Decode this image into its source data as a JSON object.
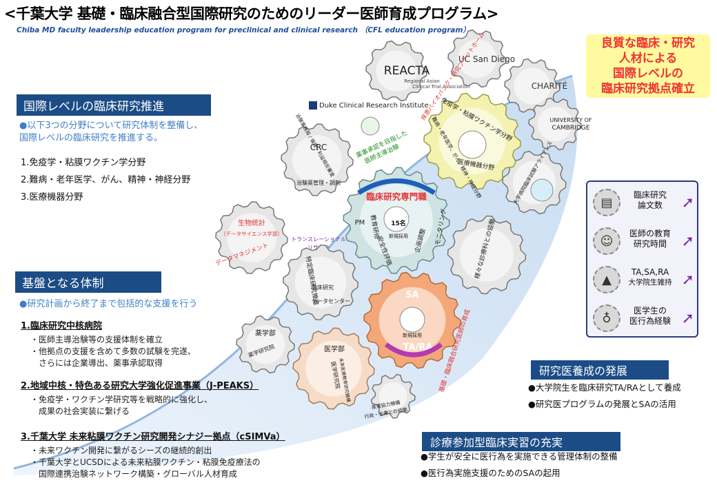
{
  "header": {
    "title": "<千葉大学 基礎・臨床融合型国際研究のためのリーダー医師育成プログラム>",
    "subtitle": "Chiba MD faculty leadership education program for preclinical and clinical research （CFL education program）"
  },
  "tagline": [
    "良質な臨床・研究",
    "人材による",
    "国際レベルの",
    "臨床研究拠点確立"
  ],
  "section1": {
    "banner": "国際レベルの臨床研究推進",
    "note_lines": [
      "●以下3つの分野について研究体制を整備し、",
      "国際レベルの臨床研究を推進する。"
    ],
    "items": [
      "1.免疫学・粘膜ワクチン学分野",
      "2.難病・老年医学、がん、精神・神経分野",
      "3.医療機器分野"
    ]
  },
  "section2": {
    "banner": "基盤となる体制",
    "note": "●研究計画から終了まで包括的な支援を行う",
    "items": [
      {
        "title": "1.臨床研究中核病院",
        "subs": [
          "・医師主導治験等の支援体制を確立",
          "・他拠点の支援を含めて多数の試験を完遂、",
          "　さらには企業導出、薬事承認取得"
        ]
      },
      {
        "title": "2.地域中核・特色ある研究大学強化促進事業（J-PEAKS）",
        "subs": [
          "・免疫学・ワクチン学研究等を戦略的に強化し、",
          "　成果の社会実装に繋げる"
        ]
      },
      {
        "title": "3.千葉大学 未来粘膜ワクチン研究開発シナジー拠点（cSIMVa）",
        "subs": [
          "・未来ワクチン開発に繋がるシーズの継続的創出",
          "・千葉大学とUCSDによる未来粘膜ワクチン・粘膜免疫療法の",
          "　国際連携治験ネットワーク構築・グローバル人材育成"
        ]
      }
    ]
  },
  "partners": {
    "reacta": "REACTA",
    "reacta_sub1": "Regional Asian",
    "reacta_sub2": "Clinical Trial Association",
    "ucsd": "UC San Diego",
    "charite": "CHARITÉ",
    "cambridge_1": "UNIVERSITY OF",
    "cambridge_2": "CAMBRIDGE",
    "duke": "Duke Clinical Research Institute",
    "alliance": "大学病院臨床試験アライアンス"
  },
  "gears": {
    "crc_title": "CRC",
    "crc_top": "治験事務局 / 倫理・利益相反審査",
    "crc_bottom": "治験薬管理・調剤",
    "center_banner": "臨床研究専門職",
    "center_count": "15名",
    "center_count_sub": "新規採用",
    "center_items": [
      "PM",
      "教育研修",
      "安全性評価",
      "企画調整",
      "モニタリング"
    ],
    "pharma_note_1": "薬事承認を目指した",
    "pharma_note_2": "医師主導治験",
    "top_arc": "疾患バイオバンク・研究プラットホーム",
    "top_gear_1": "免疫学・粘膜ワクチン学分野",
    "top_gear_2": "難病・老年医学、がん、精神・神経分野",
    "top_gear_3": "医療機器分野",
    "biostat_1": "生物統計",
    "biostat_2": "（データサイエンス学部）",
    "biostat_3": "データマネジメント",
    "translational_1": "トランスレーショナル",
    "translational_2": "リサーチ",
    "tokutei_1": "特定臨床研究推進",
    "tokutei_2": "臨床研究",
    "tokutei_3": "データセンター",
    "various": "様々な診療科との協働",
    "sa_top": "SA",
    "sa_label": "新規採用",
    "sa_bottom": "TA/RA",
    "sa_arc": "基礎・臨床融合研究医師の育成",
    "yaku_1": "薬学部",
    "yaku_2": "薬学研究院",
    "igaku_1": "医学部",
    "igaku_2": "医学研究院",
    "igaku_3": "未来医療教育研究機構",
    "small_1": "産業協力機構",
    "small_2": "行政・企業との協働"
  },
  "right_panel": {
    "rows": [
      {
        "label_1": "臨床研究",
        "label_2": "論文数",
        "icon": "paper-icon",
        "glyph": "▤"
      },
      {
        "label_1": "医師の教育",
        "label_2": "研究時間",
        "icon": "doctor-icon",
        "glyph": "☺"
      },
      {
        "label_1": "TA,SA,RA",
        "label_2": "大学院生雑持",
        "icon": "graduation-cap-icon",
        "glyph": "▲"
      },
      {
        "label_1": "医学生の",
        "label_2": "医行為経験",
        "icon": "stethoscope-icon",
        "glyph": "♁"
      }
    ],
    "arrow_glyph": "➚"
  },
  "section3": {
    "banner": "研究医養成の発展",
    "bullets": [
      "●大学院生を臨床研究TA/RAとして養成",
      "●研究医プログラムの発展とSAの活用"
    ]
  },
  "section4": {
    "banner": "診療参加型臨床実習の充実",
    "bullets": [
      "●学生が安全に医行為を実施できる管理体制の整備",
      "●医行為実施支援のためのSAの起用"
    ]
  },
  "colors": {
    "banner": "#1b4c86",
    "note": "#3f7fc7",
    "gear_gray": "#e6e6e6",
    "gear_teal": "#cfe3e3",
    "gear_yellow": "#f4f2b0",
    "gear_orange": "#f4a87a",
    "gear_peach": "#f6dcc6",
    "accent_red": "#e33333",
    "accent_purple": "#7b2c9f",
    "accent_blue": "#1f5fb8"
  }
}
